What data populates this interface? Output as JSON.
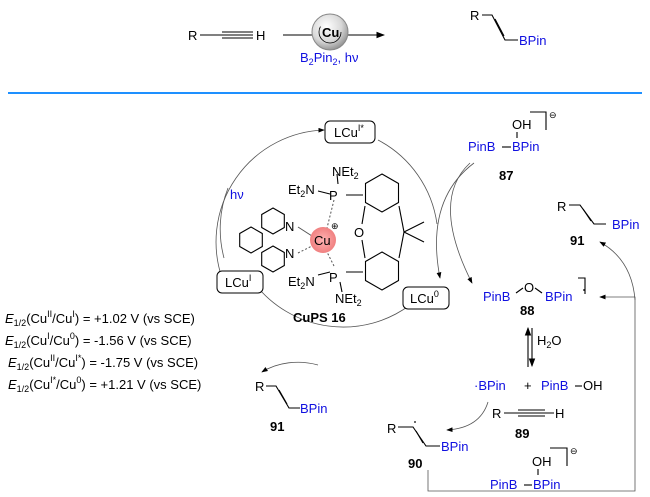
{
  "top_reaction": {
    "reactant_r": "R",
    "reactant_h": "H",
    "catalyst": "Cu",
    "reagent_b2pin2": "B",
    "reagent_sub2": "2",
    "reagent_pin": "Pin",
    "reagent_sub2b": "2",
    "reagent_hv": ", hν",
    "product_r": "R",
    "product_bpin": "BPin"
  },
  "divider_color": "#1e90ff",
  "cycle": {
    "lcu_excited": "LCu",
    "lcu_excited_sup": "I*",
    "lcu_one": "LCu",
    "lcu_one_sup": "I",
    "lcu_zero": "LCu",
    "lcu_zero_sup": "0",
    "hv": "hν",
    "catalyst_label": "CuPS 16",
    "cu": "Cu",
    "plus": "⊕",
    "n1": "N",
    "n2": "N",
    "o": "O",
    "p_top": "P",
    "p_bottom": "P",
    "net2_top": "NEt",
    "et2n_top": "Et",
    "net2_bottom": "NEt",
    "et2n_bottom": "Et",
    "sub2": "2",
    "n_label": "N"
  },
  "potentials": [
    {
      "e": "E",
      "sub": "1/2",
      "a": "(Cu",
      "s1": "II",
      "b": "/Cu",
      "s2": "I",
      "c": ") = +1.02 V (vs SCE)"
    },
    {
      "e": "E",
      "sub": "1/2",
      "a": "(Cu",
      "s1": "I",
      "b": "/Cu",
      "s2": "0",
      "c": ") = -1.56 V (vs SCE)"
    },
    {
      "e": "E",
      "sub": "1/2",
      "a": "(Cu",
      "s1": "II",
      "b": "/Cu",
      "s2": "I*",
      "c": ") = -1.75 V (vs SCE)"
    },
    {
      "e": "E",
      "sub": "1/2",
      "a": "(Cu",
      "s1": "I*",
      "b": "/Cu",
      "s2": "0",
      "c": ") = +1.21 V (vs SCE)"
    }
  ],
  "compounds": {
    "c87": {
      "oh": "OH",
      "pinb": "PinB",
      "bpin": "BPin",
      "charge": "⊖",
      "label": "87"
    },
    "c88": {
      "pinb": "PinB",
      "o": "O",
      "bpin": "BPin",
      "label": "88"
    },
    "c89": {
      "r": "R",
      "h": "H",
      "label": "89"
    },
    "c90": {
      "r": "R",
      "bpin": "BPin",
      "label": "90"
    },
    "c91_right": {
      "r": "R",
      "bpin": "BPin",
      "label": "91"
    },
    "c91_left": {
      "r": "R",
      "bpin": "BPin",
      "label": "91"
    },
    "water": "H",
    "water_sub": "2",
    "water_o": "O",
    "radical_bpin": "·BPin",
    "plus": "+",
    "pinboh_pinb": "PinB",
    "pinboh_oh": "OH",
    "bottom_ate": {
      "oh": "OH",
      "pinb": "PinB",
      "bpin": "BPin",
      "charge": "⊖"
    }
  }
}
